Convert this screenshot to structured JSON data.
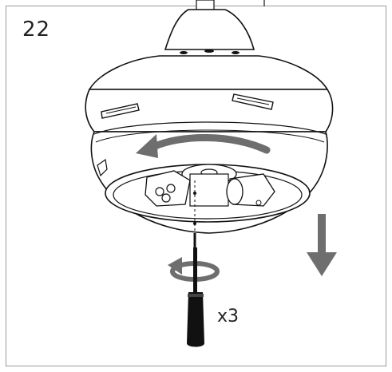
{
  "step": {
    "number": "22"
  },
  "screw_count": {
    "label": "x3"
  },
  "colors": {
    "line": "#111111",
    "fill_white": "#ffffff",
    "shade": "#e3e3e3",
    "arrow_gray": "#6e6e6e",
    "frame": "#9a9a9a"
  },
  "icons": [
    "rotate-counterclockwise-arrow",
    "down-arrow",
    "screwdriver",
    "rotation-arrow"
  ]
}
